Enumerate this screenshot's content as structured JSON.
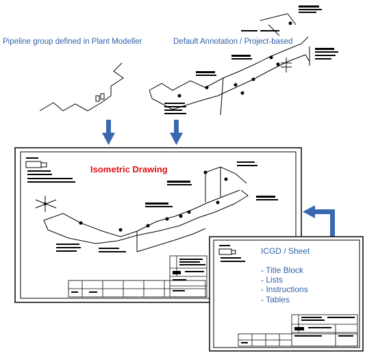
{
  "labels": {
    "pipeline_group": "Pipeline group defined in Plant Modeller",
    "default_annotation": "Default Annotation / Project-based",
    "isometric_drawing": "Isometric Drawing",
    "sheet_title": "ICGD / Sheet",
    "sheet_items": [
      "- Title Block",
      "- Lists",
      "- Instructions",
      "- Tables"
    ]
  },
  "colors": {
    "label_blue": "#2f5fa8",
    "title_red": "#e01010",
    "arrow_blue": "#3a68b0",
    "line_black": "#000000"
  }
}
